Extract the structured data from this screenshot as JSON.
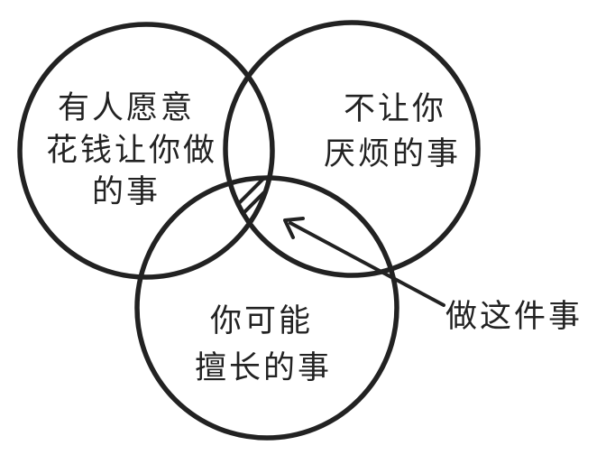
{
  "diagram": {
    "colors": {
      "stroke": "#222222",
      "background": "#ffffff"
    },
    "circles": {
      "left": {
        "label_lines": [
          "有人愿意",
          "花钱让你做",
          "的事"
        ]
      },
      "right": {
        "label_lines": [
          "不让你",
          "厌烦的事"
        ]
      },
      "bottom": {
        "label_lines": [
          "你可能",
          "擅长的事"
        ]
      }
    },
    "intersection": {
      "callout": "做这件事"
    }
  }
}
